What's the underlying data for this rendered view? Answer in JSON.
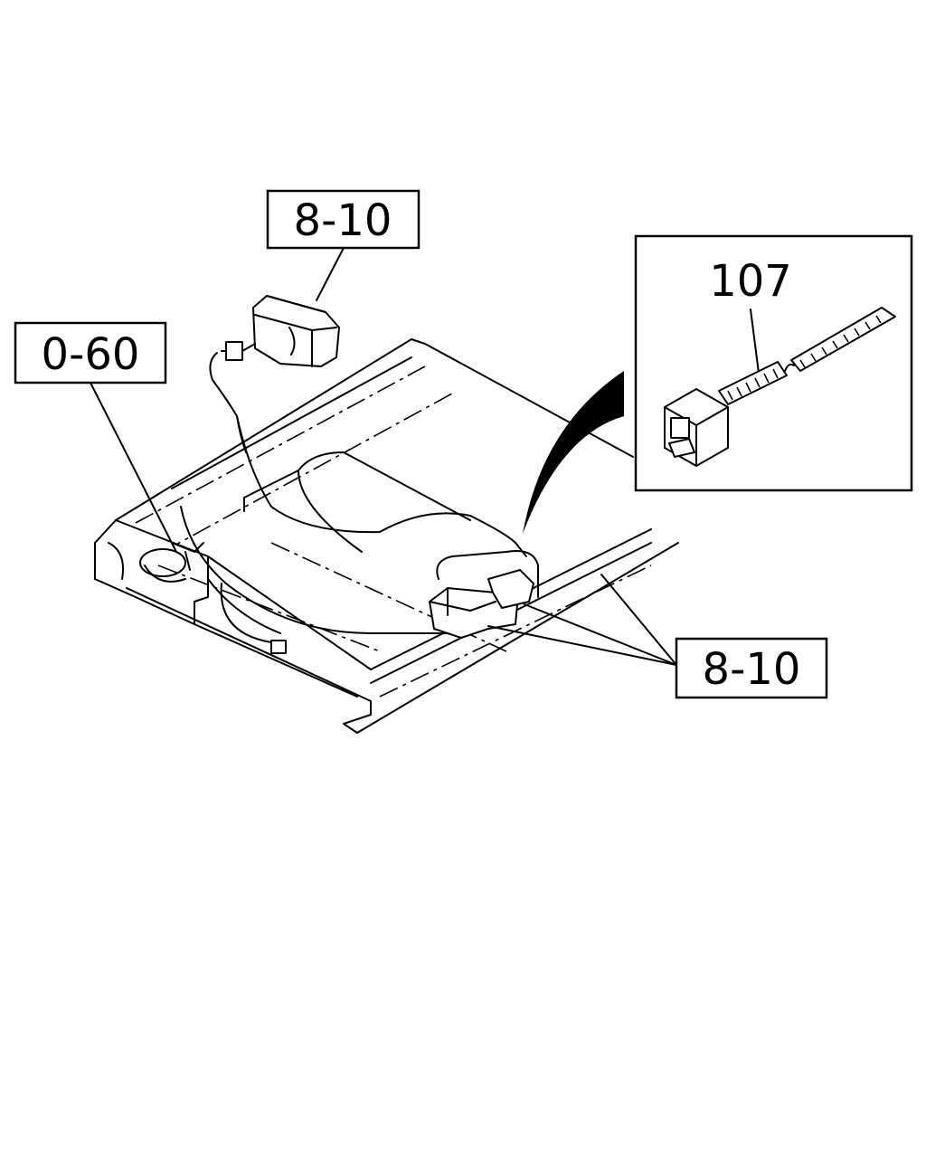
{
  "callouts": {
    "top_ref": "8-10",
    "left_ref": "0-60",
    "right_ref": "8-10",
    "inset_part": "107"
  },
  "colors": {
    "ink": "#000000",
    "paper": "#ffffff"
  }
}
